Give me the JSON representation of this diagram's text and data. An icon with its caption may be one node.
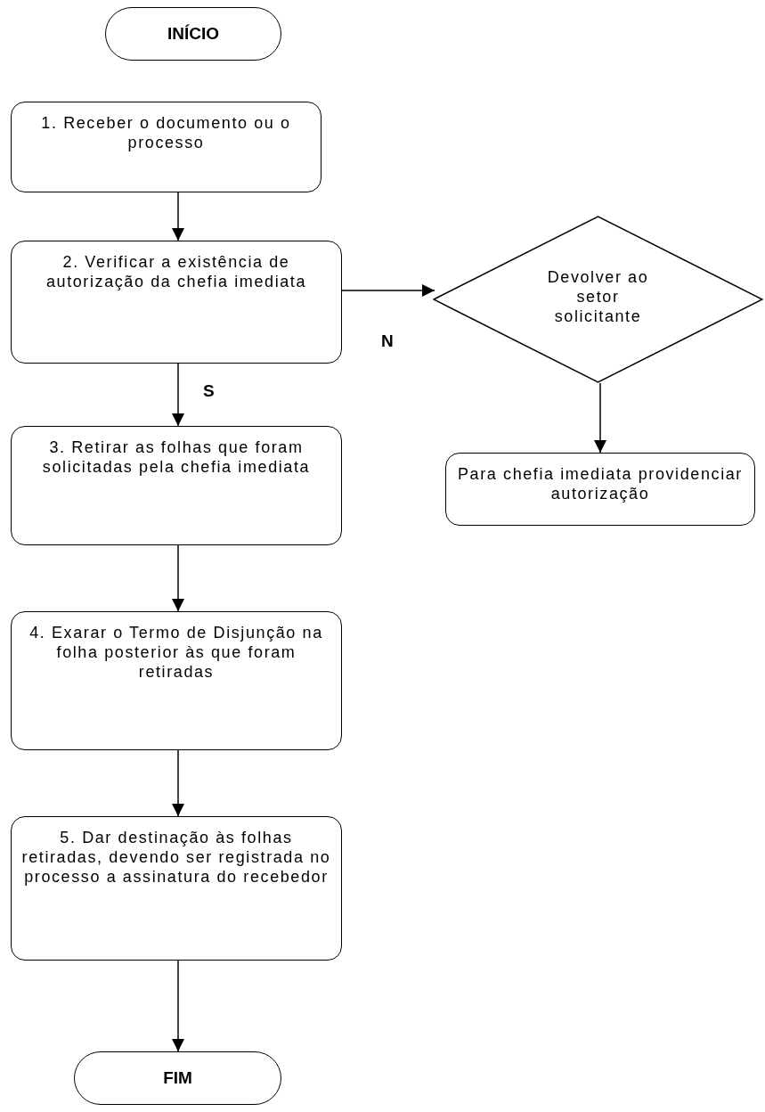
{
  "diagram": {
    "nodes": [
      {
        "text": [
          "INÍCIO"
        ]
      },
      {
        "text": [
          "1. Receber o documento ou o processo"
        ]
      },
      {
        "text": [
          "2. Verificar a existência de autorização da chefia imediata"
        ]
      },
      {
        "text": [
          "Devolver ao setor solicitante"
        ]
      },
      {
        "text": [
          "Para chefia imediata providenciar autorização"
        ]
      },
      {
        "text": [
          "3. Retirar as folhas que foram solicitadas pela chefia imediata"
        ]
      },
      {
        "text": [
          "4. Exarar o Termo de Disjunção na folha posterior às que foram retiradas"
        ]
      },
      {
        "text": [
          "5. Dar destinação às folhas retiradas, devendo ser registrada no processo a assinatura do recebedor"
        ]
      },
      {
        "text": [
          "FIM"
        ]
      }
    ],
    "edges": [
      {
        "from": 1,
        "to": 2,
        "arrow": "to"
      },
      {
        "from": 2,
        "to": 3,
        "arrow": "to",
        "label": "N"
      },
      {
        "from": 3,
        "to": 4,
        "arrow": "to"
      },
      {
        "from": 2,
        "to": 5,
        "arrow": "to",
        "label": "S"
      },
      {
        "from": 5,
        "to": 6,
        "arrow": "to"
      },
      {
        "from": 6,
        "to": 7,
        "arrow": "to"
      },
      {
        "from": 7,
        "to": 8,
        "arrow": "to"
      }
    ]
  }
}
